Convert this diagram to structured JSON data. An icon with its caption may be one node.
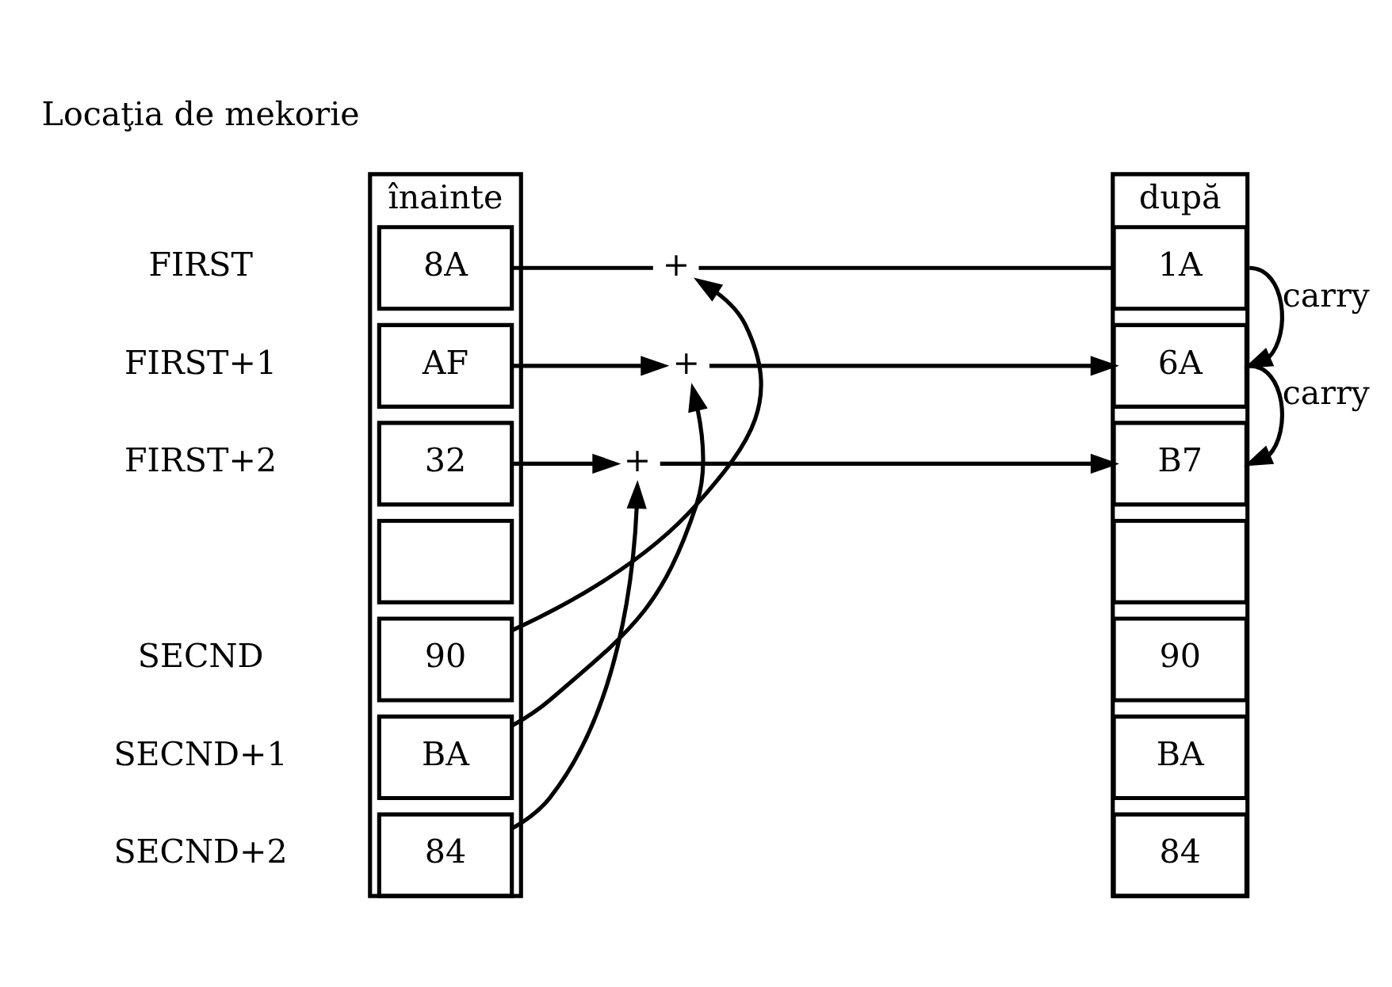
{
  "diagram": {
    "nodes": [
      {
        "text": [
          "înainte"
        ]
      },
      {
        "text": [
          "8A"
        ],
        "in": 0
      },
      {
        "text": [
          "AF"
        ],
        "in": 0
      },
      {
        "text": [
          "32"
        ],
        "in": 0
      },
      {
        "text": [],
        "shape": "box",
        "in": 0
      },
      {
        "text": [
          "90"
        ],
        "in": 0
      },
      {
        "text": [
          "BA"
        ],
        "in": 0
      },
      {
        "text": [
          "84"
        ],
        "in": 0
      },
      {
        "text": [
          "după"
        ]
      },
      {
        "text": [
          "1A"
        ],
        "in": 8
      },
      {
        "text": [
          "6A"
        ],
        "in": 8
      },
      {
        "text": [
          "B7"
        ],
        "in": 8
      },
      {
        "text": [],
        "shape": "box",
        "in": 8
      },
      {
        "text": [
          "90"
        ],
        "in": 8
      },
      {
        "text": [
          "BA"
        ],
        "in": 8
      },
      {
        "text": [
          "84"
        ],
        "in": 8
      },
      {
        "text": [
          "+"
        ]
      },
      {
        "text": [
          "+"
        ]
      },
      {
        "text": [
          "+"
        ]
      }
    ],
    "edges": [
      {
        "from": 1,
        "to": 16,
        "arrow": "none"
      },
      {
        "from": 16,
        "to": 9,
        "arrow": "none"
      },
      {
        "from": 5,
        "to": 16,
        "arrow": "to"
      },
      {
        "from": 2,
        "to": 17,
        "arrow": "to"
      },
      {
        "from": 17,
        "to": 10,
        "arrow": "to"
      },
      {
        "from": 6,
        "to": 17,
        "arrow": "to"
      },
      {
        "from": 3,
        "to": 18,
        "arrow": "to"
      },
      {
        "from": 18,
        "to": 11,
        "arrow": "to"
      },
      {
        "from": 7,
        "to": 18,
        "arrow": "to"
      },
      {
        "from": 9,
        "to": 10,
        "arrow": "to",
        "label": "carry"
      },
      {
        "from": 10,
        "to": 11,
        "arrow": "to",
        "label": "carry"
      }
    ],
    "labels": [
      "Locaţia de mekorie",
      "FIRST",
      "FIRST+1",
      "FIRST+2",
      "SECND",
      "SECND+1",
      "SECND+2"
    ]
  }
}
